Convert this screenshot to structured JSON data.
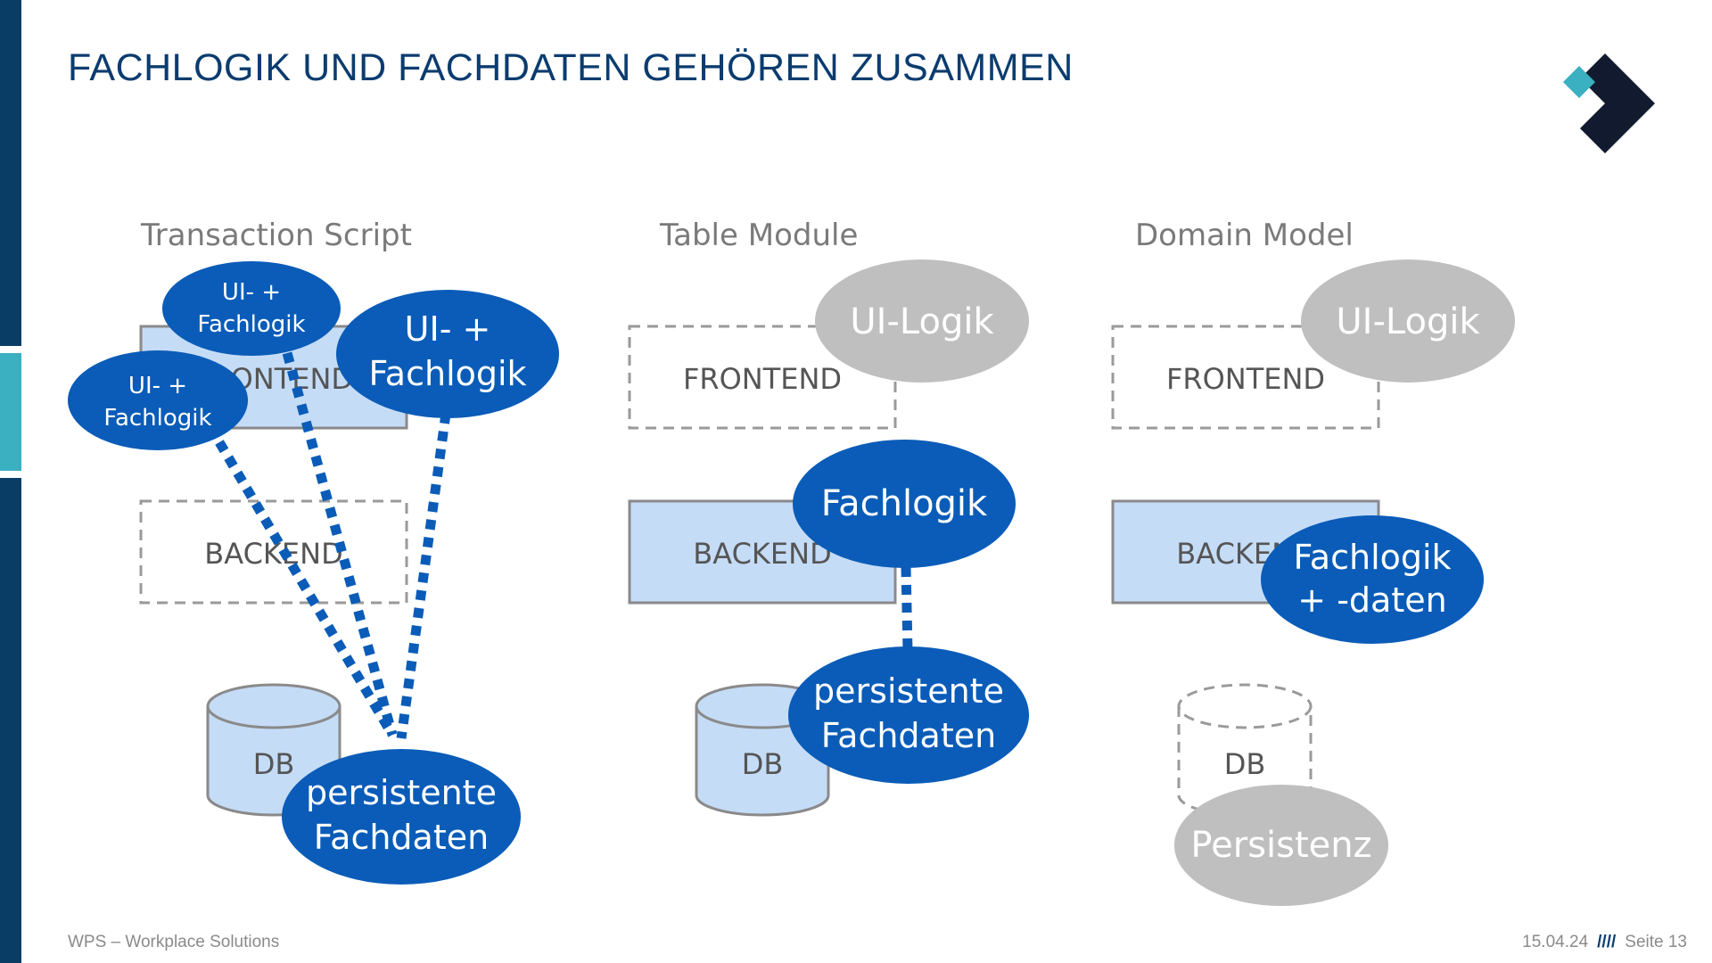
{
  "slide": {
    "title": "FACHLOGIK UND FACHDATEN GEHÖREN ZUSAMMEN",
    "footer_left": "WPS – Workplace Solutions",
    "footer_date": "15.04.24",
    "footer_separator": "////",
    "footer_page": "Seite 13"
  },
  "colors": {
    "accent_dark": "#0a3d66",
    "accent_teal": "#3ab0c1",
    "blue_ellipse": "#0a5cb8",
    "light_blue_box": "#c5dcf7",
    "gray_ellipse": "#bfbfbf",
    "logo_dark": "#111a2e",
    "logo_teal": "#3ab0c1"
  },
  "columns": [
    {
      "title": "Transaction Script",
      "frontend": "FRONTEND",
      "backend": "BACKEND",
      "db": "DB",
      "ellipses": [
        {
          "line1": "UI- +",
          "line2": "Fachlogik"
        },
        {
          "line1": "UI- +",
          "line2": "Fachlogik"
        },
        {
          "line1": "UI- +",
          "line2": "Fachlogik"
        },
        {
          "line1": "persistente",
          "line2": "Fachdaten"
        }
      ]
    },
    {
      "title": "Table Module",
      "frontend": "FRONTEND",
      "backend": "BACKEND",
      "db": "DB",
      "ellipses": [
        {
          "line1": "UI-Logik"
        },
        {
          "line1": "Fachlogik"
        },
        {
          "line1": "persistente",
          "line2": "Fachdaten"
        }
      ]
    },
    {
      "title": "Domain Model",
      "frontend": "FRONTEND",
      "backend": "BACKEND",
      "db": "DB",
      "ellipses": [
        {
          "line1": "UI-Logik"
        },
        {
          "line1": "Fachlogik",
          "line2": "+ -daten"
        },
        {
          "line1": "Persistenz"
        }
      ]
    }
  ]
}
